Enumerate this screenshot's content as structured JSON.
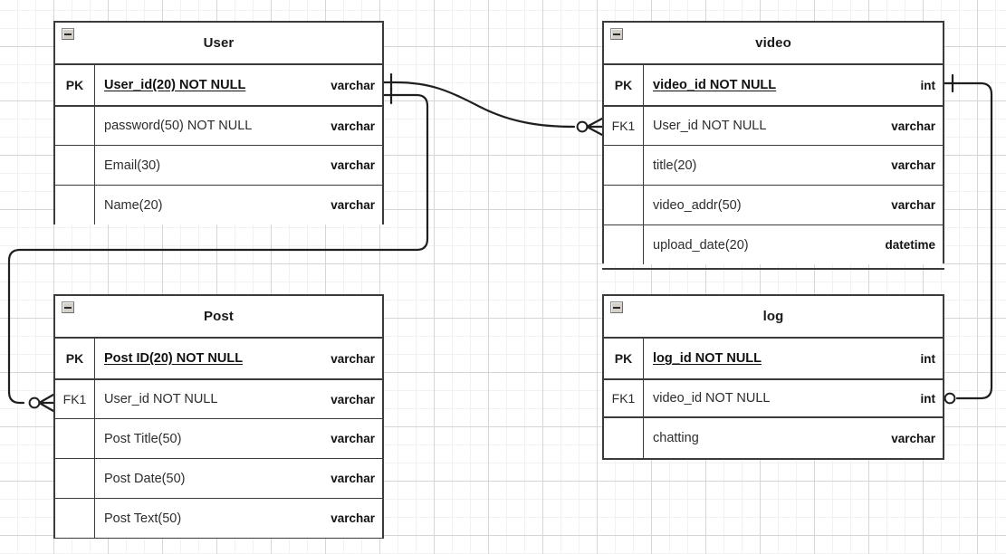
{
  "diagram": {
    "type": "entity-relationship-diagram",
    "notation": "crow's-foot (IE)",
    "background": "grid",
    "colors": {
      "border": "#3b3b3b",
      "text": "#2d2d2d",
      "grid_minor": "#f1f1f1",
      "grid_major": "#d6d6d6",
      "canvas": "#ffffff"
    }
  },
  "entities": [
    {
      "id": "user",
      "title": "User",
      "collapse_label": "−",
      "rows": [
        {
          "key": "PK",
          "attribute": "User_id(20)  NOT NULL",
          "type": "varchar",
          "is_key": true
        },
        {
          "key": "",
          "attribute": "password(50)  NOT NULL",
          "type": "varchar",
          "is_key": false
        },
        {
          "key": "",
          "attribute": "Email(30)",
          "type": "varchar",
          "is_key": false
        },
        {
          "key": "",
          "attribute": "Name(20)",
          "type": "varchar",
          "is_key": false
        }
      ]
    },
    {
      "id": "video",
      "title": "video",
      "collapse_label": "−",
      "rows": [
        {
          "key": "PK",
          "attribute": "video_id  NOT NULL",
          "type": "int",
          "is_key": true
        },
        {
          "key": "FK1",
          "attribute": "User_id  NOT NULL",
          "type": "varchar",
          "is_key": false
        },
        {
          "key": "",
          "attribute": "title(20)",
          "type": "varchar",
          "is_key": false
        },
        {
          "key": "",
          "attribute": "video_addr(50)",
          "type": "varchar",
          "is_key": false
        },
        {
          "key": "",
          "attribute": "upload_date(20)",
          "type": "datetime",
          "is_key": false
        }
      ]
    },
    {
      "id": "post",
      "title": "Post",
      "collapse_label": "−",
      "rows": [
        {
          "key": "PK",
          "attribute": "Post ID(20)  NOT NULL",
          "type": "varchar",
          "is_key": true
        },
        {
          "key": "FK1",
          "attribute": "User_id NOT NULL",
          "type": "varchar",
          "is_key": false
        },
        {
          "key": "",
          "attribute": "Post Title(50)",
          "type": "varchar",
          "is_key": false
        },
        {
          "key": "",
          "attribute": "Post Date(50)",
          "type": "varchar",
          "is_key": false
        },
        {
          "key": "",
          "attribute": "Post Text(50)",
          "type": "varchar",
          "is_key": false
        }
      ]
    },
    {
      "id": "log",
      "title": "log",
      "collapse_label": "−",
      "rows": [
        {
          "key": "PK",
          "attribute": "log_id  NOT NULL",
          "type": "int",
          "is_key": true
        },
        {
          "key": "FK1",
          "attribute": "video_id  NOT NULL",
          "type": "int",
          "is_key": false
        },
        {
          "key": "",
          "attribute": "chatting",
          "type": "varchar",
          "is_key": false
        }
      ]
    }
  ],
  "relationships": [
    {
      "id": "user-video",
      "from": "User.User_id(20)",
      "to": "video.User_id",
      "from_cardinality": "one",
      "to_cardinality": "zero-or-many"
    },
    {
      "id": "user-post",
      "from": "User.User_id(20)",
      "to": "Post.User_id",
      "from_cardinality": "one",
      "to_cardinality": "zero-or-many"
    },
    {
      "id": "video-log",
      "from": "video.video_id",
      "to": "log.video_id",
      "from_cardinality": "one",
      "to_cardinality": "zero-or-many"
    }
  ]
}
